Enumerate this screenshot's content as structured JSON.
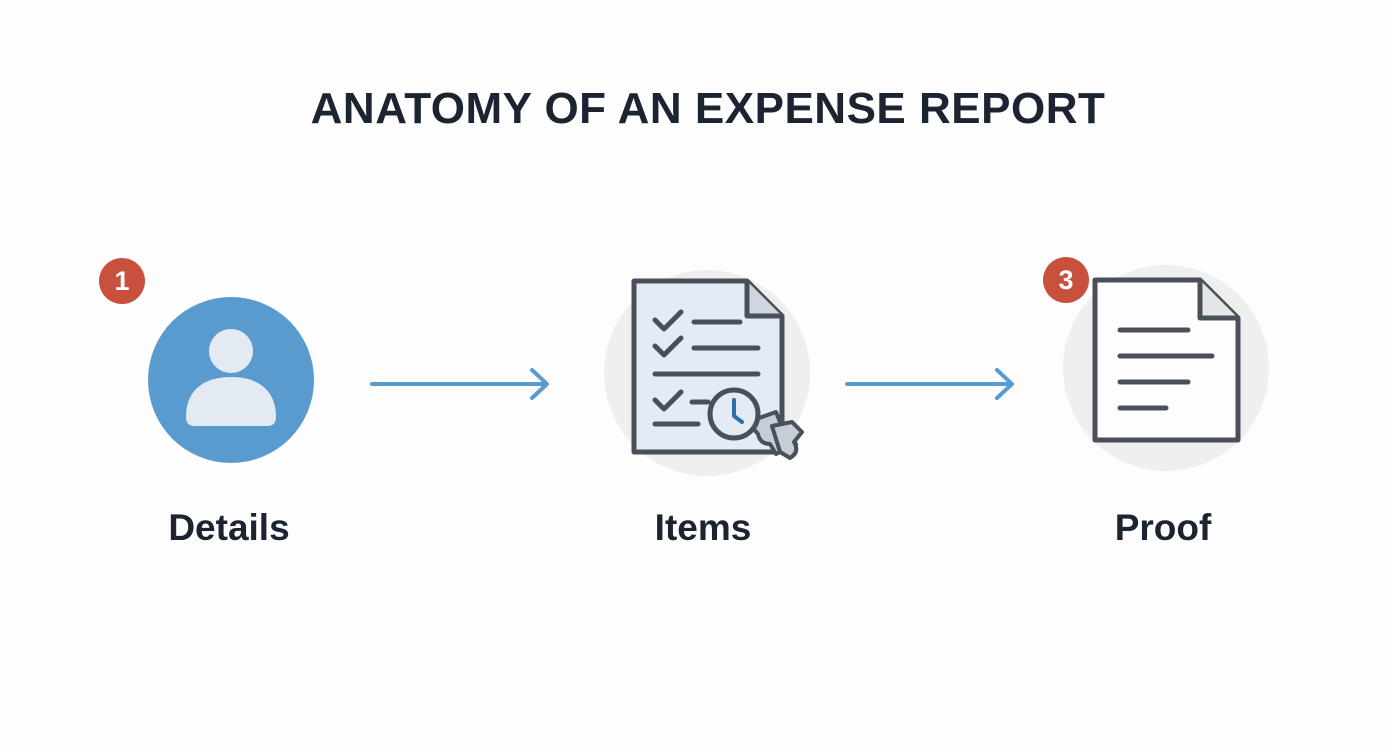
{
  "title": "ANATOMY OF AN EXPENSE REPORT",
  "steps": [
    {
      "badge": "1",
      "label": "Details",
      "icon": "user-icon"
    },
    {
      "badge": "",
      "label": "Items",
      "icon": "checklist-document-icon"
    },
    {
      "badge": "3",
      "label": "Proof",
      "icon": "document-icon"
    }
  ],
  "colors": {
    "accent_blue": "#5a9bcf",
    "badge_red": "#c9503d",
    "text_dark": "#1b2430",
    "icon_stroke": "#4a505a",
    "icon_circle_bg": "#efefef"
  }
}
